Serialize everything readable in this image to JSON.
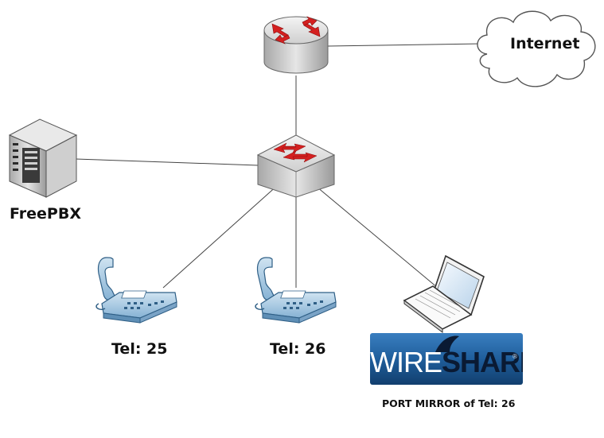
{
  "labels": {
    "internet": "Internet",
    "freepbx": "FreePBX",
    "tel25": "Tel: 25",
    "tel26": "Tel: 26",
    "port_mirror": "PORT MIRROR of Tel: 26"
  },
  "wireshark_logo": {
    "wire": "WIRE",
    "shark": "SHARK",
    "registered": "®"
  },
  "colors": {
    "arrow_red": "#d42020",
    "device_gray": "#c9c9c9",
    "phone_blue": "#9fc4df",
    "wireshark_blue": "#1f5e9c"
  },
  "nodes": [
    {
      "id": "internet",
      "icon": "cloud-icon"
    },
    {
      "id": "router",
      "icon": "router-icon"
    },
    {
      "id": "switch",
      "icon": "switch-icon"
    },
    {
      "id": "freepbx",
      "icon": "server-icon"
    },
    {
      "id": "tel25",
      "icon": "ip-phone-icon"
    },
    {
      "id": "tel26",
      "icon": "ip-phone-icon"
    },
    {
      "id": "laptop",
      "icon": "laptop-icon"
    }
  ],
  "edges": [
    {
      "from": "router",
      "to": "internet"
    },
    {
      "from": "router",
      "to": "switch"
    },
    {
      "from": "switch",
      "to": "freepbx"
    },
    {
      "from": "switch",
      "to": "tel25"
    },
    {
      "from": "switch",
      "to": "tel26"
    },
    {
      "from": "switch",
      "to": "laptop"
    }
  ]
}
